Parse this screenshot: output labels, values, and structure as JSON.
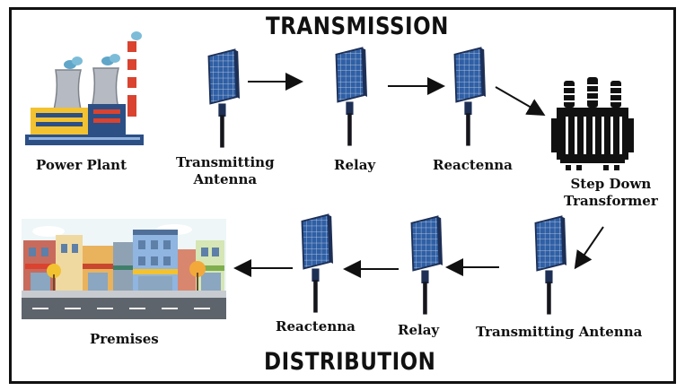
{
  "headings": {
    "transmission": "TRANSMISSION",
    "distribution": "DISTRIBUTION"
  },
  "nodes": {
    "power_plant": "Power Plant",
    "transmitting_antenna_top_line1": "Transmitting",
    "transmitting_antenna_top_line2": "Antenna",
    "relay_top": "Relay",
    "reactenna_top": "Reactenna",
    "step_down_line1": "Step Down",
    "step_down_line2": "Transformer",
    "transmitting_antenna_bottom": "Transmitting Antenna",
    "relay_bottom": "Relay",
    "reactenna_bottom": "Reactenna",
    "premises": "Premises"
  },
  "colors": {
    "panel_blue": "#2f5fa5",
    "panel_dark": "#1d2f55",
    "stem": "#15151c",
    "arrow": "#111111",
    "factory_yellow": "#f2c230",
    "factory_red": "#d9432f",
    "factory_blue": "#2c4f86",
    "tower_grey": "#b6bac2"
  },
  "icons": [
    "power-plant-icon",
    "solar-panel-antenna-icon",
    "transformer-icon",
    "street-shops-icon",
    "arrow-icon"
  ]
}
